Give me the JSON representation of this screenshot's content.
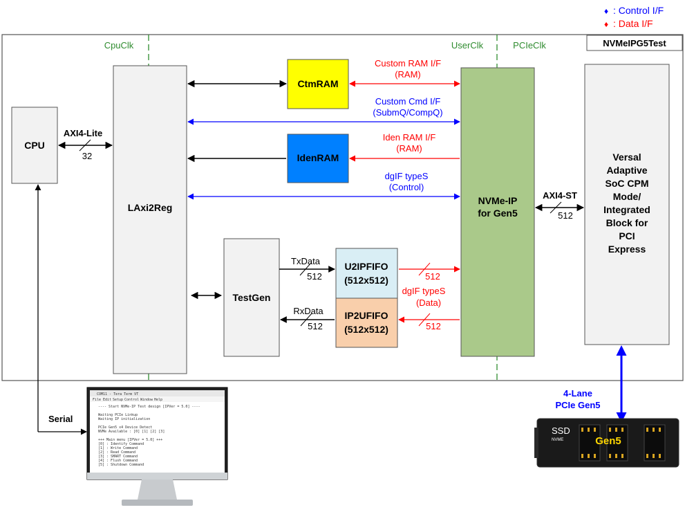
{
  "legend": {
    "control_label": ": Control I/F",
    "data_label": ": Data I/F",
    "control_color": "#0000ff",
    "data_color": "#ff0000"
  },
  "system": {
    "title": "NVMeIPG5Test"
  },
  "clocks": {
    "cpu": "CpuClk",
    "user": "UserClk",
    "pcie": "PCIeClk"
  },
  "blocks": {
    "cpu": "CPU",
    "laxi2reg": "LAxi2Reg",
    "ctmram": "CtmRAM",
    "idenram": "IdenRAM",
    "testgen": "TestGen",
    "u2ipfifo": [
      "U2IPFIFO",
      "(512x512)"
    ],
    "ip2ufifo": [
      "IP2UFIFO",
      "(512x512)"
    ],
    "nvme_ip": [
      "NVMe-IP",
      "for Gen5"
    ],
    "versal": [
      "Versal",
      "Adaptive",
      "SoC CPM",
      "Mode/",
      "Integrated",
      "Block for",
      "PCI",
      "Express"
    ]
  },
  "signals": {
    "axi4lite": "AXI4-Lite",
    "axi4lite_width": "32",
    "custom_ram": [
      "Custom RAM I/F",
      "(RAM)"
    ],
    "custom_cmd": [
      "Custom Cmd I/F",
      "(SubmQ/CompQ)"
    ],
    "iden_ram": [
      "Iden RAM I/F",
      "(RAM)"
    ],
    "dgif_control": [
      "dgIF typeS",
      "(Control)"
    ],
    "dgif_data": [
      "dgIF typeS",
      "(Data)"
    ],
    "txdata": "TxData",
    "txdata_width": "512",
    "rxdata": "RxData",
    "rxdata_width": "512",
    "u2ip_width": "512",
    "ip2u_width": "512",
    "axi4st": "AXI4-ST",
    "axi4st_width": "512",
    "serial": "Serial",
    "pcie_lane": [
      "4-Lane",
      "PCIe Gen5"
    ]
  },
  "ssd": {
    "brand": "SSD",
    "type": "NVME",
    "gen": "Gen5"
  },
  "terminal": {
    "title": "COM11 - Tera Term VT",
    "menu": [
      "File",
      "Edit",
      "Setup",
      "Control",
      "Window",
      "Help"
    ],
    "lines": [
      "---- Start NVMe-IP Test design [IPVer = 5.0] ----",
      "",
      "Waiting PCIe Linkup",
      "Waiting IP initialization",
      "",
      "PCIe Gen5 x4 Device Detect",
      "NVMe Available : [0] [1] [2] [3]",
      "",
      "+++ Main menu [IPVer = 5.0] +++",
      "[0] : Identify Command",
      "[1] : Write Command",
      "[2] : Read Command",
      "[3] : SMART Command",
      "[4] : Flush Command",
      "[5] : Shutdown Command"
    ]
  },
  "colors": {
    "ctmram": "#ffff00",
    "idenram": "#0080ff",
    "u2ipfifo": "#d9eef5",
    "ip2ufifo": "#f9cfab",
    "nvme_ip": "#aac98a",
    "block": "#f2f2f2",
    "clock": "#2e8b2e"
  }
}
